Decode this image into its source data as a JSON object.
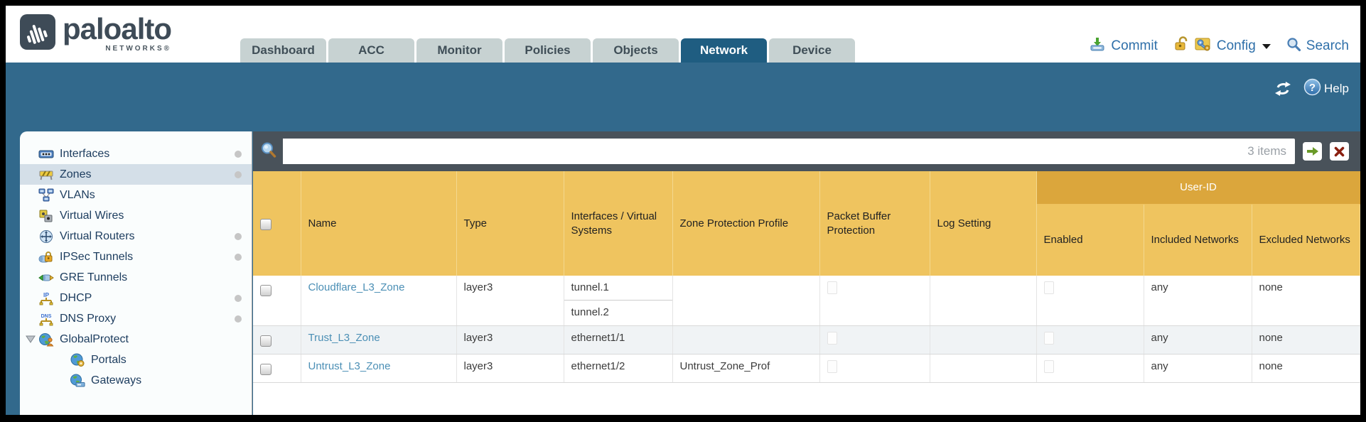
{
  "brand": {
    "name": "paloalto",
    "subtitle": "NETWORKS®"
  },
  "nav": {
    "tabs": [
      {
        "label": "Dashboard",
        "active": false
      },
      {
        "label": "ACC",
        "active": false
      },
      {
        "label": "Monitor",
        "active": false
      },
      {
        "label": "Policies",
        "active": false
      },
      {
        "label": "Objects",
        "active": false
      },
      {
        "label": "Network",
        "active": true
      },
      {
        "label": "Device",
        "active": false
      }
    ],
    "actions": {
      "commit": "Commit",
      "config": "Config",
      "search": "Search"
    }
  },
  "toolbar": {
    "help_label": "Help"
  },
  "sidebar": {
    "items": [
      {
        "label": "Interfaces",
        "icon": "interfaces-icon",
        "dot": true,
        "selected": false
      },
      {
        "label": "Zones",
        "icon": "zones-icon",
        "dot": true,
        "selected": true
      },
      {
        "label": "VLANs",
        "icon": "vlans-icon",
        "dot": false,
        "selected": false
      },
      {
        "label": "Virtual Wires",
        "icon": "virtual-wires-icon",
        "dot": false,
        "selected": false
      },
      {
        "label": "Virtual Routers",
        "icon": "virtual-routers-icon",
        "dot": true,
        "selected": false
      },
      {
        "label": "IPSec Tunnels",
        "icon": "ipsec-tunnels-icon",
        "dot": true,
        "selected": false
      },
      {
        "label": "GRE Tunnels",
        "icon": "gre-tunnels-icon",
        "dot": false,
        "selected": false
      },
      {
        "label": "DHCP",
        "icon": "dhcp-icon",
        "dot": true,
        "selected": false
      },
      {
        "label": "DNS Proxy",
        "icon": "dns-proxy-icon",
        "dot": true,
        "selected": false
      },
      {
        "label": "GlobalProtect",
        "icon": "globalprotect-icon",
        "dot": false,
        "selected": false,
        "expanded": true
      },
      {
        "label": "Portals",
        "icon": "portals-icon",
        "dot": false,
        "selected": false,
        "child": true
      },
      {
        "label": "Gateways",
        "icon": "gateways-icon",
        "dot": false,
        "selected": false,
        "child": true
      }
    ]
  },
  "filter": {
    "value": "",
    "count": "3 items"
  },
  "table": {
    "group_header": "User-ID",
    "columns": [
      "Name",
      "Type",
      "Interfaces / Virtual Systems",
      "Zone Protection Profile",
      "Packet Buffer Protection",
      "Log Setting",
      "Enabled",
      "Included Networks",
      "Excluded Networks"
    ],
    "rows": [
      {
        "name": "Cloudflare_L3_Zone",
        "type": "layer3",
        "interfaces": [
          "tunnel.1",
          "tunnel.2"
        ],
        "zone_protection_profile": "",
        "packet_buffer_protection": false,
        "log_setting": "",
        "enabled": false,
        "included_networks": "any",
        "excluded_networks": "none"
      },
      {
        "name": "Trust_L3_Zone",
        "type": "layer3",
        "interfaces": [
          "ethernet1/1"
        ],
        "zone_protection_profile": "",
        "packet_buffer_protection": false,
        "log_setting": "",
        "enabled": false,
        "included_networks": "any",
        "excluded_networks": "none"
      },
      {
        "name": "Untrust_L3_Zone",
        "type": "layer3",
        "interfaces": [
          "ethernet1/2"
        ],
        "zone_protection_profile": "Untrust_Zone_Prof",
        "packet_buffer_protection": false,
        "log_setting": "",
        "enabled": false,
        "included_networks": "any",
        "excluded_networks": "none"
      }
    ]
  },
  "colors": {
    "teal_band": "#32698c",
    "active_tab": "#1f5d81",
    "tab_bg": "#c7d2d2",
    "header_gold": "#efc45f",
    "userid_gold": "#dba63c",
    "filter_strip": "#49525a",
    "link_blue": "#4b8fb5",
    "selected_row": "#d4dfe8",
    "logo_slate": "#3e4b57"
  }
}
